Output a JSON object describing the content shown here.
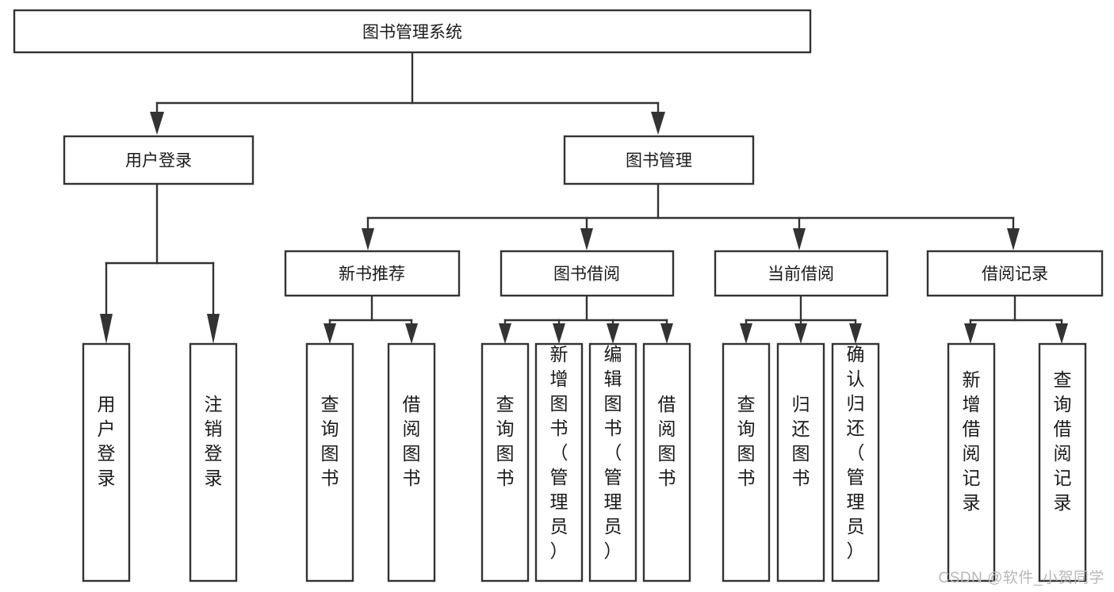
{
  "diagram": {
    "type": "tree-hierarchy-chart",
    "title": "图书管理系统",
    "watermark": "CSDN @软件_小贺同学",
    "colors": {
      "background": "#ffffff",
      "box_fill": "#ffffff",
      "box_stroke": "#333333",
      "text": "#1a1a1a",
      "watermark": "#b8b8b8"
    },
    "levels": [
      {
        "level": 1,
        "nodes": [
          {
            "id": "root",
            "label": "图书管理系统",
            "orientation": "horizontal"
          }
        ]
      },
      {
        "level": 2,
        "nodes": [
          {
            "id": "user-login",
            "label": "用户登录",
            "orientation": "horizontal",
            "parent": "root"
          },
          {
            "id": "book-manage",
            "label": "图书管理",
            "orientation": "horizontal",
            "parent": "root"
          }
        ]
      },
      {
        "level": 3,
        "nodes": [
          {
            "id": "new-book-rec",
            "label": "新书推荐",
            "orientation": "horizontal",
            "parent": "book-manage"
          },
          {
            "id": "book-borrow",
            "label": "图书借阅",
            "orientation": "horizontal",
            "parent": "book-manage"
          },
          {
            "id": "current-borrow",
            "label": "当前借阅",
            "orientation": "horizontal",
            "parent": "book-manage"
          },
          {
            "id": "borrow-record",
            "label": "借阅记录",
            "orientation": "horizontal",
            "parent": "book-manage"
          }
        ]
      },
      {
        "level": 4,
        "nodes": [
          {
            "id": "leaf-user-login",
            "label": "用户登录",
            "orientation": "vertical",
            "parent": "user-login"
          },
          {
            "id": "leaf-user-logout",
            "label": "注销登录",
            "orientation": "vertical",
            "parent": "user-login"
          },
          {
            "id": "leaf-query-book-1",
            "label": "查询图书",
            "orientation": "vertical",
            "parent": "new-book-rec"
          },
          {
            "id": "leaf-borrow-book-1",
            "label": "借阅图书",
            "orientation": "vertical",
            "parent": "new-book-rec"
          },
          {
            "id": "leaf-query-book-2",
            "label": "查询图书",
            "orientation": "vertical",
            "parent": "book-borrow"
          },
          {
            "id": "leaf-add-book",
            "label": "新增图书（管理员）",
            "orientation": "vertical",
            "parent": "book-borrow"
          },
          {
            "id": "leaf-edit-book",
            "label": "编辑图书（管理员）",
            "orientation": "vertical",
            "parent": "book-borrow"
          },
          {
            "id": "leaf-borrow-book-2",
            "label": "借阅图书",
            "orientation": "vertical",
            "parent": "book-borrow"
          },
          {
            "id": "leaf-query-book-3",
            "label": "查询图书",
            "orientation": "vertical",
            "parent": "current-borrow"
          },
          {
            "id": "leaf-return-book",
            "label": "归还图书",
            "orientation": "vertical",
            "parent": "current-borrow"
          },
          {
            "id": "leaf-confirm-return",
            "label": "确认归还（管理员）",
            "orientation": "vertical",
            "parent": "current-borrow"
          },
          {
            "id": "leaf-add-record",
            "label": "新增借阅记录",
            "orientation": "vertical",
            "parent": "borrow-record"
          },
          {
            "id": "leaf-query-record",
            "label": "查询借阅记录",
            "orientation": "vertical",
            "parent": "borrow-record"
          }
        ]
      }
    ]
  }
}
